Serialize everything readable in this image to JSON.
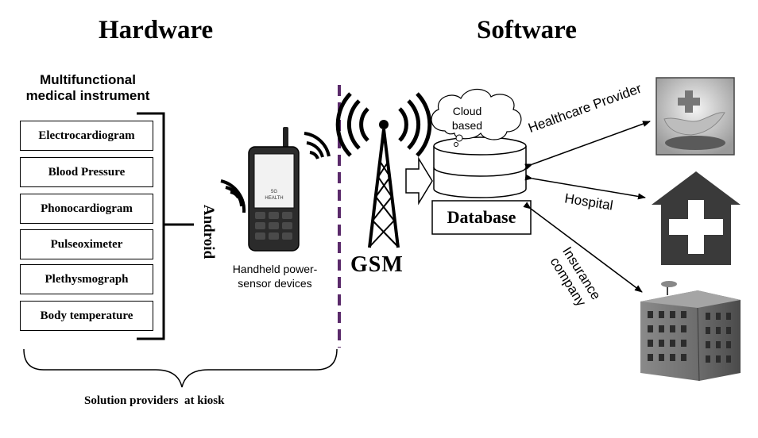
{
  "hardware": {
    "title": "Hardware",
    "instrument_title": "Multifunctional medical instrument",
    "instruments": [
      "Electrocardiogram",
      "Blood Pressure",
      "Phonocardiogram",
      "Pulseoximeter",
      "Plethysmograph",
      "Body temperature"
    ],
    "android_label": "Android",
    "phone_screen_line1": "5G",
    "phone_screen_line2": "HEALTH",
    "device_label": "Handheld power-sensor devices",
    "footer": "Solution providers  at kiosk"
  },
  "network": {
    "gsm_label": "GSM"
  },
  "software": {
    "title": "Software",
    "cloud_label": "Cloud based",
    "database_label": "Database",
    "healthcare_provider_label": "Healthcare Provider",
    "hospital_label": "Hospital",
    "insurance_label": "Insurance company"
  },
  "colors": {
    "divider": "#5a2a6a",
    "hospital_icon": "#3a3a3a",
    "building": "#6b6b6b"
  }
}
